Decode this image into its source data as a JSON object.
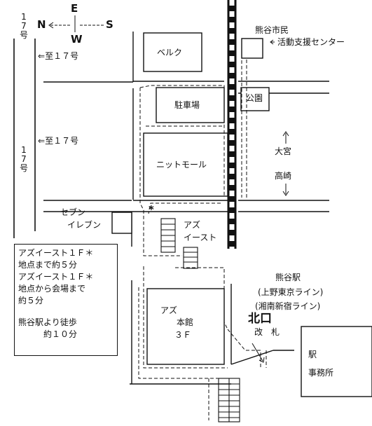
{
  "map": {
    "compass": {
      "n": "N",
      "e": "E",
      "w": "W",
      "s": "S"
    },
    "route_17_top": "17号",
    "route_17_mid": "17号",
    "to_17_top": "至１７号",
    "to_17_mid": "至１７号",
    "belk": "ベルク",
    "civic_center_l1": "熊谷市民",
    "civic_center_l2": "活動支援センター",
    "parking": "駐車場",
    "park": "公園",
    "nit_mall": "ニットモール",
    "omiya": "大宮",
    "takasaki": "高崎",
    "seven_l1": "セブン",
    "seven_l2": "イレブン",
    "asterisk": "*",
    "az_east_l1": "アズ",
    "az_east_l2": "イースト",
    "az_main_l1": "アズ",
    "az_main_l2": "本館",
    "az_main_l3": "３Ｆ",
    "kumagaya_station": "熊谷駅",
    "ueno_tokyo_line": "(上野東京ライン)",
    "shonan_shinjuku_line": "(湘南新宿ライン)",
    "north_exit": "北口",
    "ticket_gate": "改　札",
    "station_office": "駅\n事務所",
    "info": {
      "line1": "アズイースト１Ｆ＊",
      "line2": "地点まで約５分",
      "line3": "アズイースト１Ｆ＊",
      "line4": "地点から会場まで",
      "line5": "約５分",
      "line6": "熊谷駅より徒歩",
      "line7": "約１０分"
    }
  }
}
